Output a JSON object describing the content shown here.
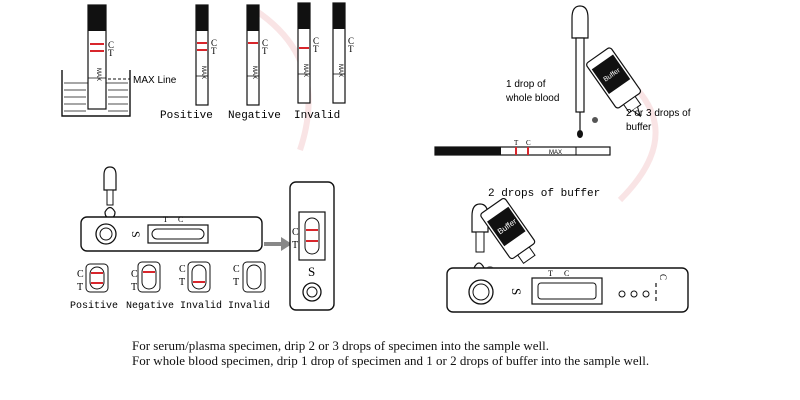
{
  "strip_panel": {
    "max_line_label": "MAX Line",
    "c_label": "C",
    "t_label": "T",
    "strip_marker": "MAX",
    "result_labels": [
      "Positive",
      "Negative",
      "Invalid"
    ]
  },
  "whole_blood_panel": {
    "drop_label_line1": "1 drop of",
    "drop_label_line2": "whole blood",
    "buffer_label_line1": "2 or 3 drops of",
    "buffer_label_line2": "buffer",
    "bottle_label": "Buffer"
  },
  "cassette_panel": {
    "s_label": "S",
    "c_label": "C",
    "t_label": "T",
    "result_labels": [
      "Positive",
      "Negative",
      "Invalid",
      "Invalid"
    ]
  },
  "buffer_cassette_panel": {
    "title": "2 drops of buffer",
    "bottle_label": "Buffer",
    "s_label": "S"
  },
  "instructions": [
    "For serum/plasma specimen, drip 2 or 3 drops of specimen into the sample well.",
    "For whole blood specimen, drip 1 drop of specimen and 1 or 2 drops of buffer into the sample well."
  ],
  "colors": {
    "line_red": "#d8262c",
    "watermark": "#f4c9cc"
  }
}
